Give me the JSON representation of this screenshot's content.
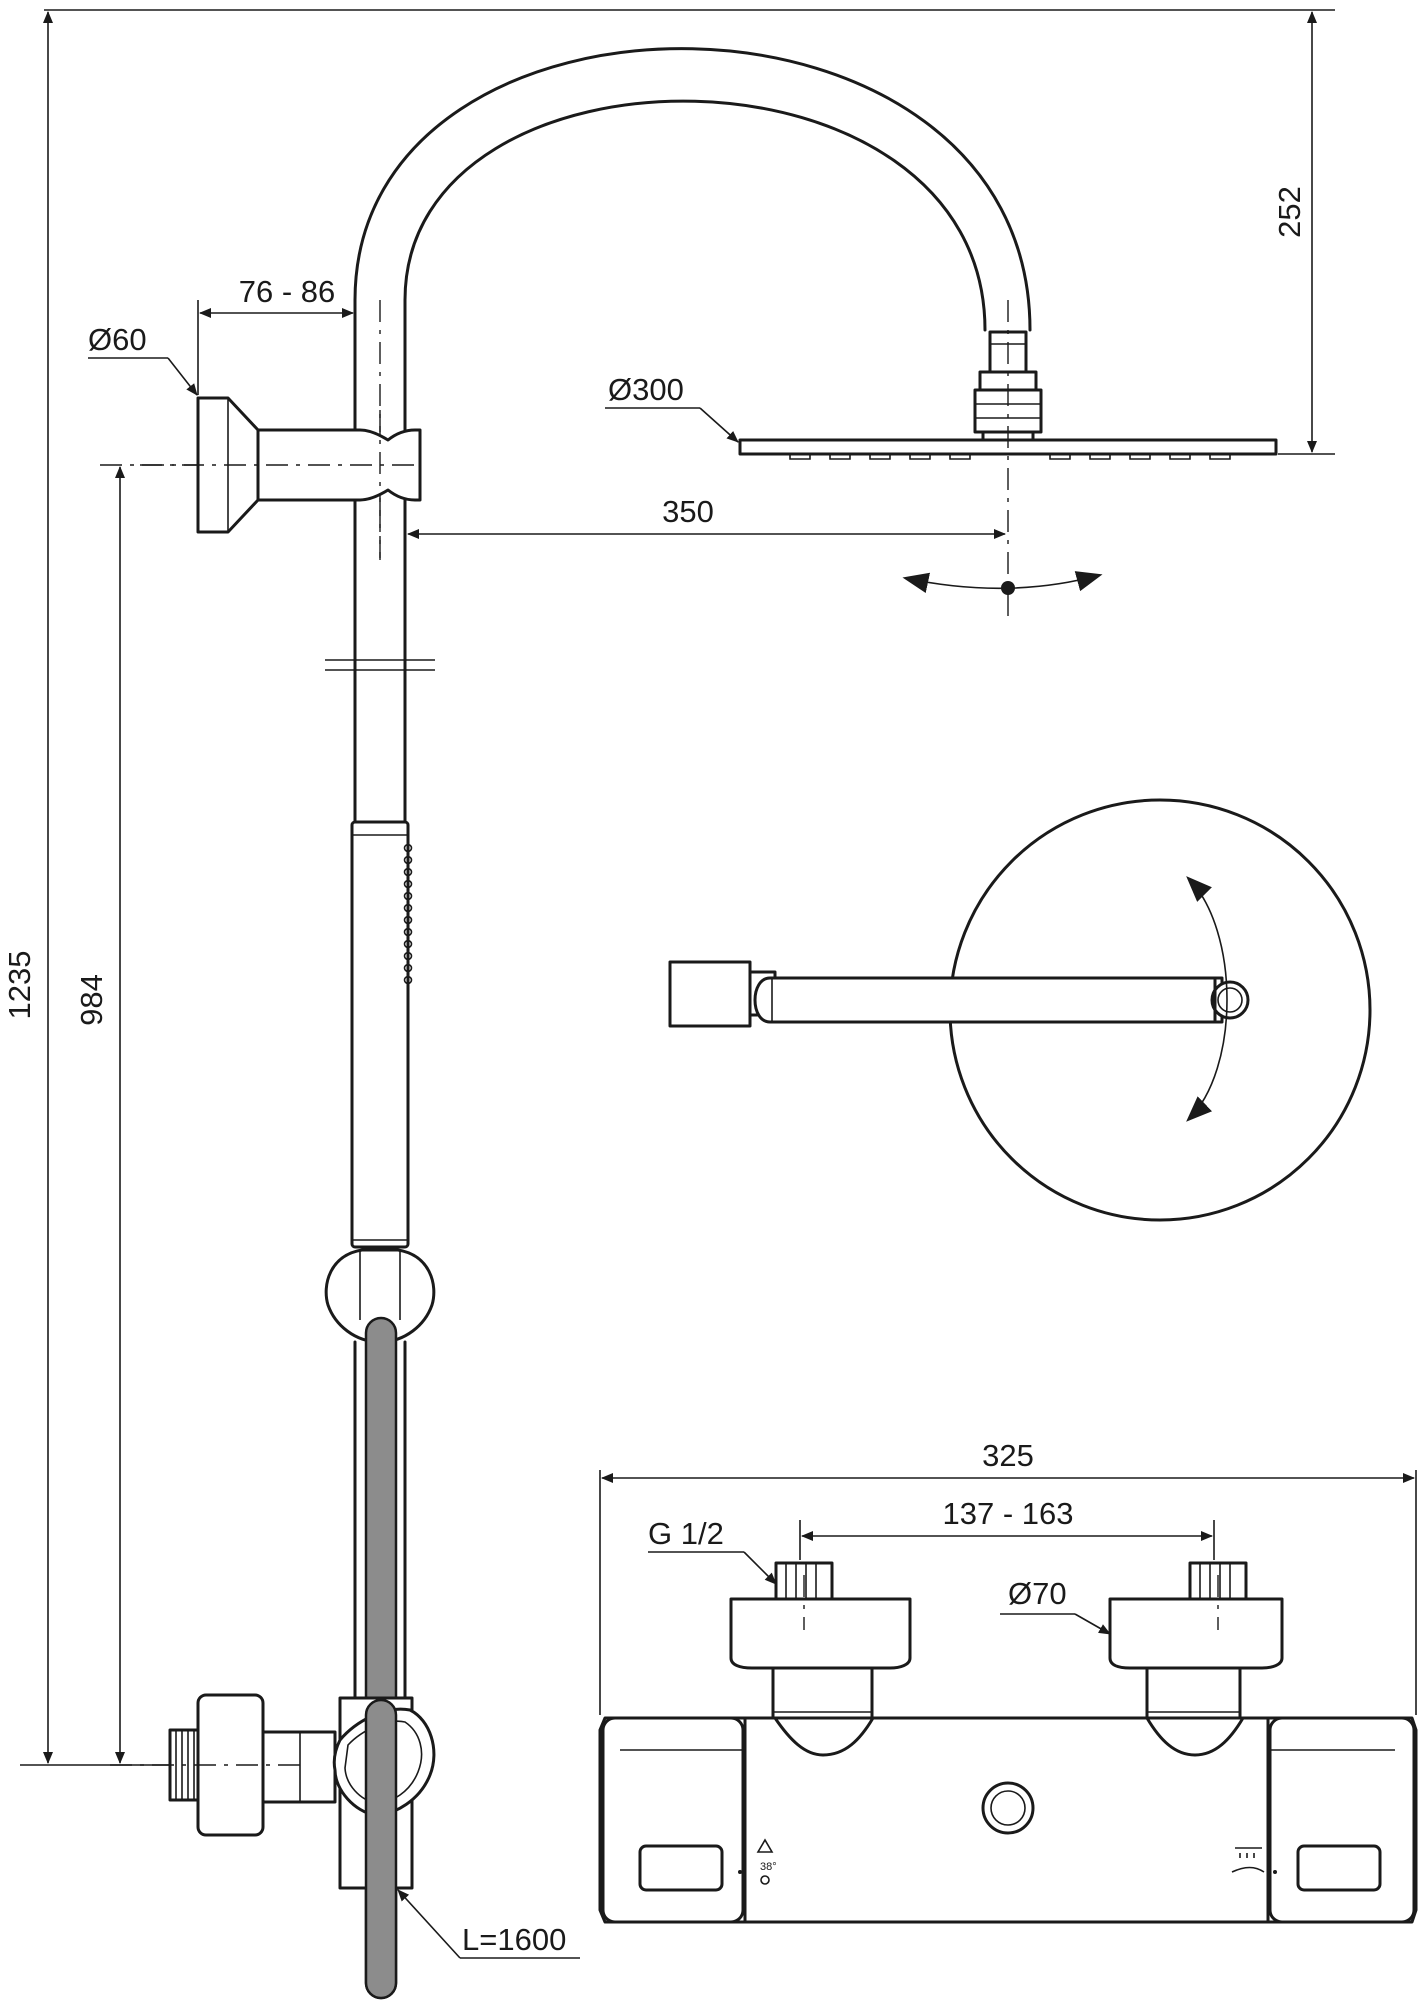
{
  "dimensions": {
    "total_height": "1235",
    "wall_height": "984",
    "bracket_offset": "76 - 86",
    "wall_flange_diameter": "Ø60",
    "head_diameter": "Ø300",
    "arm_projection": "350",
    "arm_rise": "252",
    "mixer_width": "325",
    "inlet_centers": "137 - 163",
    "inlet_thread": "G 1/2",
    "eccentric_diameter": "Ø70",
    "hose_length": "L=1600"
  },
  "mixer_marking": {
    "temperature": "38°"
  },
  "colors": {
    "line": "#1a1a1a",
    "hose": "#8c8c8c",
    "background": "#ffffff"
  }
}
